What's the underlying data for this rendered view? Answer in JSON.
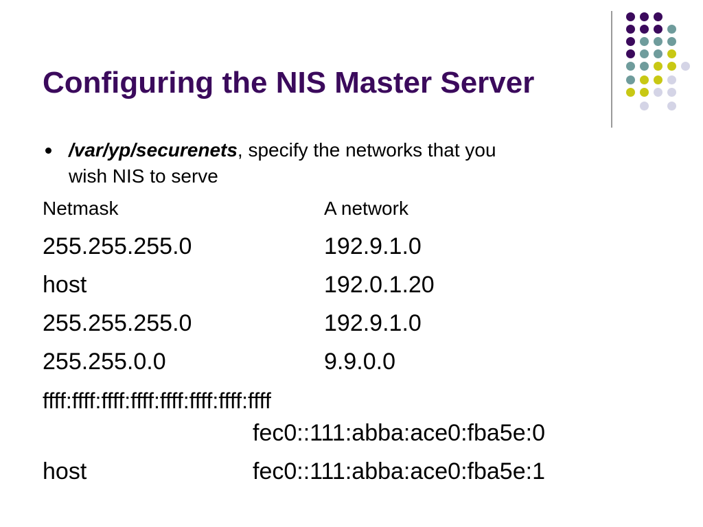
{
  "slide": {
    "title": "Configuring the NIS Master Server",
    "bullet": {
      "emphasis": "/var/yp/securenets",
      "text_line1": ", specify the networks that you",
      "text_line2": "wish NIS to serve"
    },
    "table_header": {
      "col1": "Netmask",
      "col2": "A network"
    },
    "rows": [
      {
        "netmask": "255.255.255.0",
        "network": "192.9.1.0"
      },
      {
        "netmask": "host",
        "network": "192.0.1.20"
      },
      {
        "netmask": "255.255.255.0",
        "network": "192.9.1.0"
      },
      {
        "netmask": "255.255.0.0",
        "network": "9.9.0.0"
      },
      {
        "netmask": "ffff:ffff:ffff:ffff:ffff:ffff:ffff:ffff",
        "network": "fec0::111:abba:ace0:fba5e:0"
      },
      {
        "netmask": "host",
        "network": "fec0::111:abba:ace0:fba5e:1"
      }
    ]
  },
  "colors": {
    "title": "#3b0a5c",
    "dot_purple": "#3b0a5c",
    "dot_teal": "#6f9c9c",
    "dot_yellow": "#c8c814",
    "dot_lavender": "#d4d4e6",
    "divider": "#9a9a9a"
  }
}
